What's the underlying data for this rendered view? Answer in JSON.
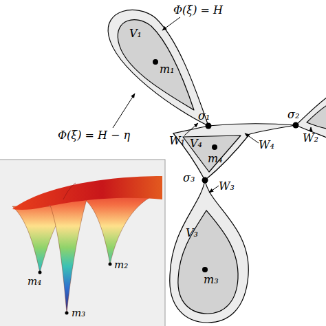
{
  "diagram": {
    "labels": [
      "Φ(ξ) = H",
      "Φ(ξ) = H − η",
      "V₁",
      "m₁",
      "W₁",
      "σ₁",
      "σ₂",
      "W₂",
      "V₄",
      "m₄",
      "W₄",
      "σ₃",
      "W₃",
      "V₃",
      "m₃",
      "m₄",
      "m₃",
      "m₂"
    ]
  }
}
